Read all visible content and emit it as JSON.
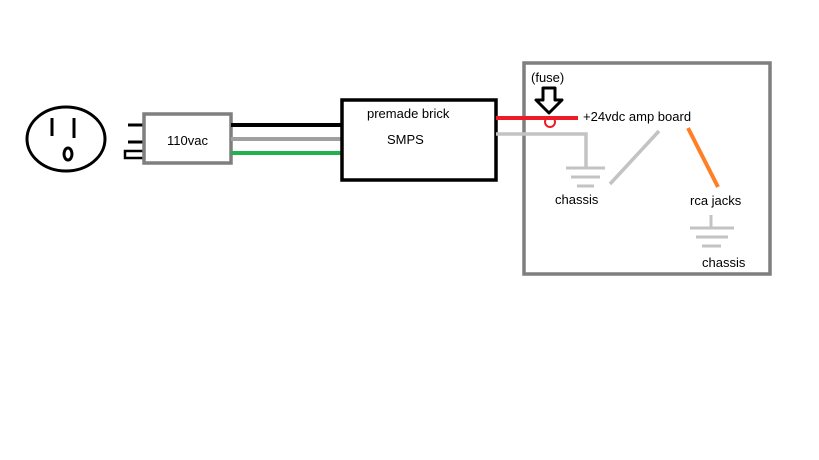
{
  "labels": {
    "plug": "110vac",
    "smps_line1": "premade brick",
    "smps_line2": "SMPS",
    "fuse": "(fuse)",
    "amp_board": "+24vdc amp board",
    "chassis_left": "chassis",
    "rca": "rca jacks",
    "chassis_right": "chassis"
  },
  "icons": {
    "outlet": "outlet-icon",
    "fuse_arrow": "down-arrow-icon",
    "ground": "ground-icon"
  },
  "colors": {
    "hot_wire": "#000000",
    "neutral_wire": "#a0a0a0",
    "ground_wire": "#22b14c",
    "dc_positive": "#ed1c24",
    "dc_negative": "#c3c3c3",
    "signal": "#ff7f27",
    "box_outline": "#7f7f7f"
  }
}
